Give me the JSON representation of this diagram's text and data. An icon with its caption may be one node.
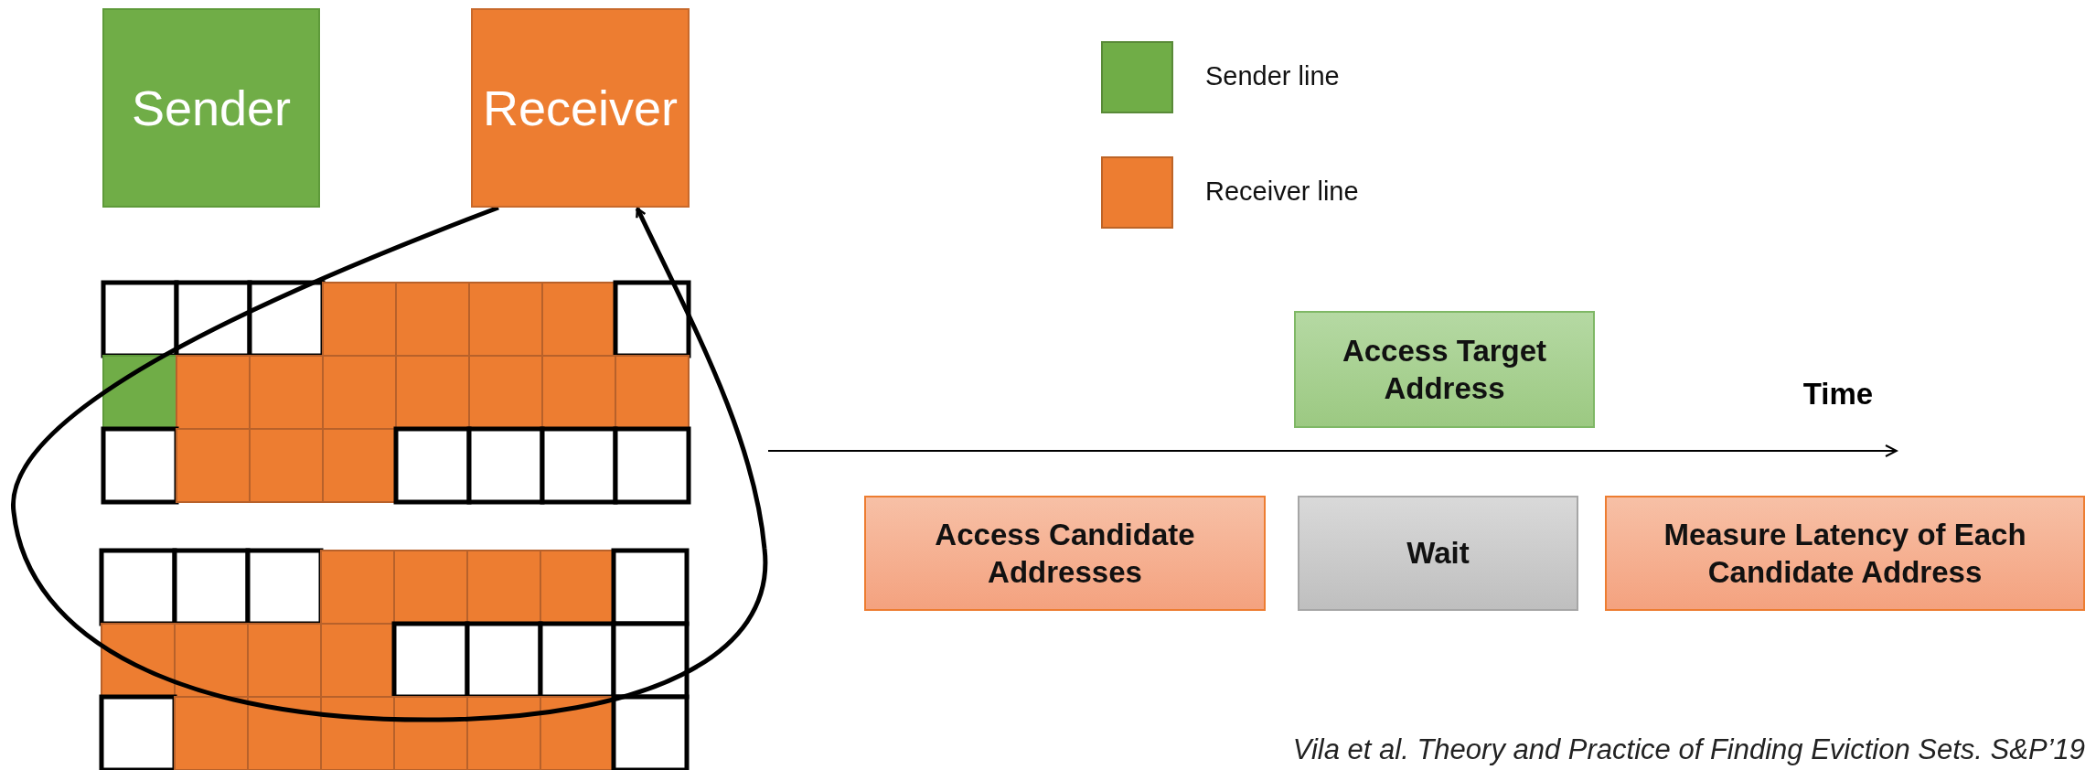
{
  "diagram": {
    "nodes": [
      {
        "text": [
          "Sender"
        ]
      },
      {
        "text": [
          "Receiver"
        ]
      },
      {
        "text": [
          "Access Target Address"
        ]
      },
      {
        "text": [
          "Access Candidate Addresses"
        ]
      },
      {
        "text": [
          "Wait"
        ]
      },
      {
        "text": [
          "Measure Latency of Each Candidate Address"
        ]
      }
    ],
    "edges": [
      {
        "from": 1,
        "to": 1,
        "arrow": "to"
      }
    ],
    "labels": [
      "Time",
      "Vila et al. Theory and Practice of Finding Eviction Sets. S&P’19"
    ],
    "legend": [
      {
        "text": "Sender line",
        "color": "#70ad47"
      },
      {
        "text": "Receiver line",
        "color": "#ed7d31"
      }
    ]
  }
}
